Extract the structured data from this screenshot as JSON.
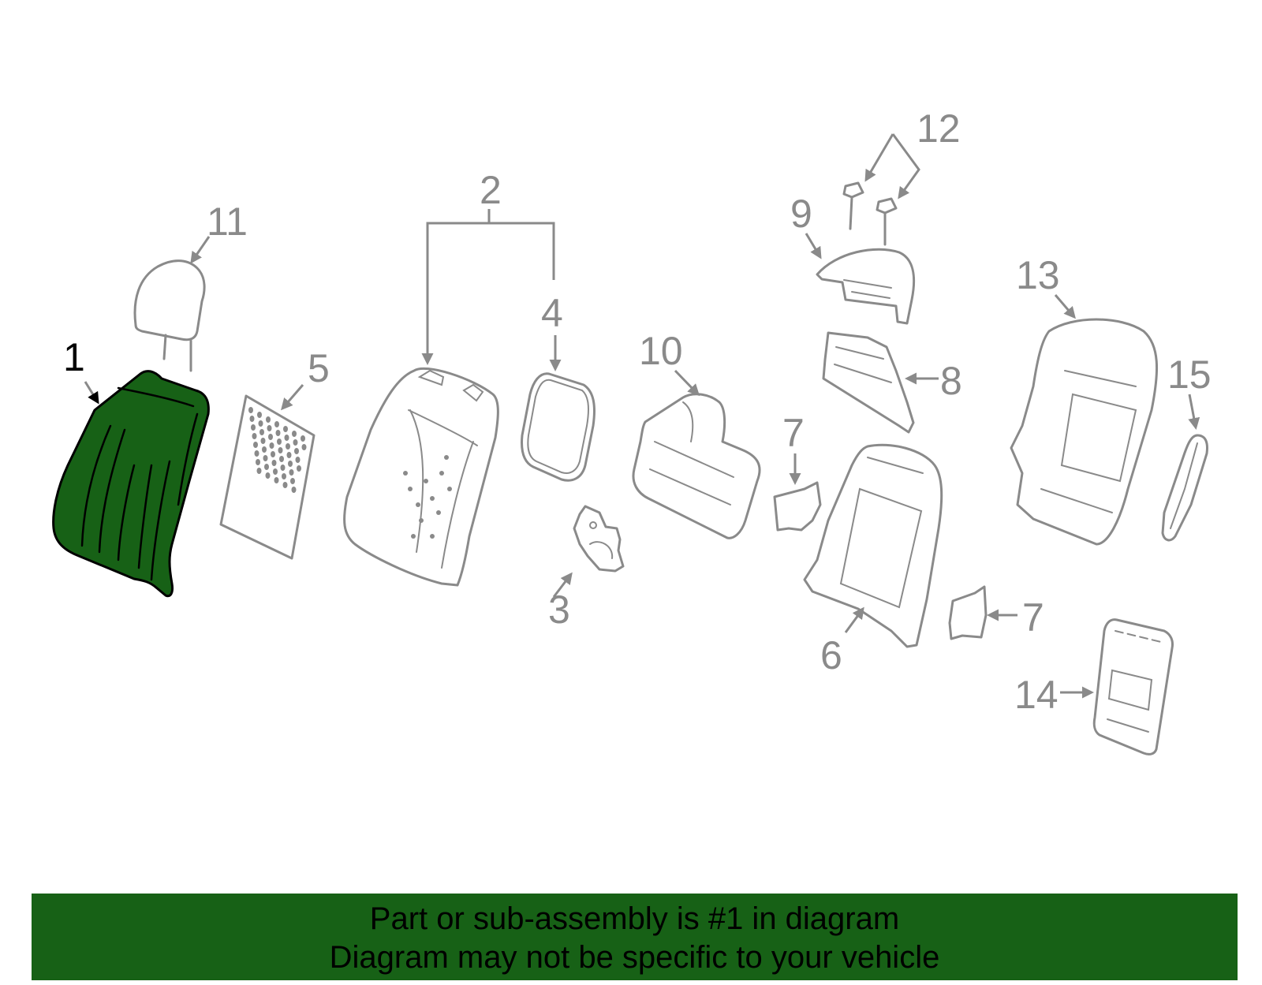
{
  "diagram": {
    "highlight_color": "#176116",
    "line_color": "#8a8a8a",
    "callouts": {
      "c1": "1",
      "c2": "2",
      "c3": "3",
      "c4": "4",
      "c5": "5",
      "c6": "6",
      "c7a": "7",
      "c7b": "7",
      "c8": "8",
      "c9": "9",
      "c10": "10",
      "c11": "11",
      "c12": "12",
      "c13": "13",
      "c14": "14",
      "c15": "15"
    }
  },
  "banner": {
    "background": "#176116",
    "line1": "Part or sub-assembly is #1 in diagram",
    "line2": "Diagram may not be specific to your vehicle"
  }
}
